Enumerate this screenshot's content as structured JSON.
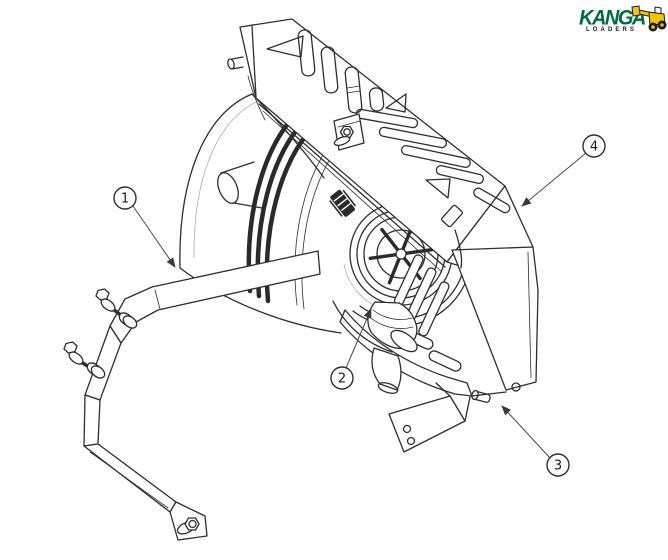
{
  "logo": {
    "brand": "KANGA",
    "sub": "LOADERS",
    "brand_color": "#006B3F",
    "machine_body_color": "#F2C500",
    "outline_color": "#1A1A1A"
  },
  "diagram": {
    "background": "#FFFFFF",
    "stroke_color": "#2E2E2E",
    "callouts": [
      {
        "label": "1"
      },
      {
        "label": "2"
      },
      {
        "label": "3"
      },
      {
        "label": "4"
      }
    ]
  }
}
